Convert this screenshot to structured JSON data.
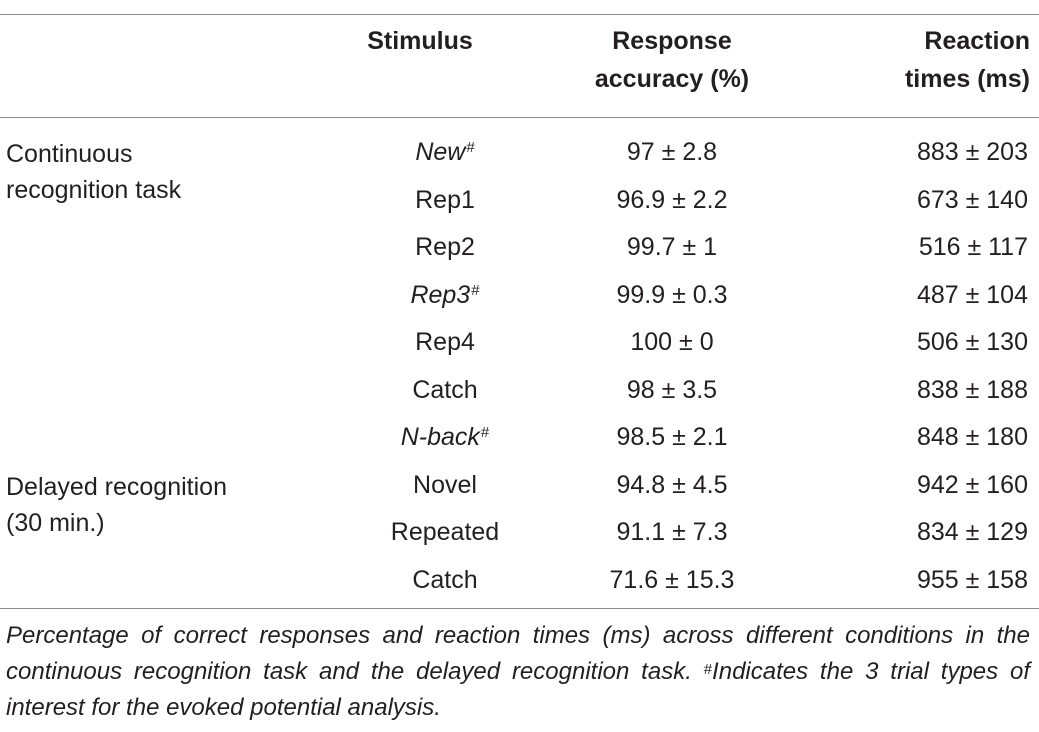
{
  "table": {
    "headers": {
      "condition": "",
      "stimulus": "Stimulus",
      "accuracy_line1": "Response",
      "accuracy_line2": "accuracy (%)",
      "reaction_line1": "Reaction",
      "reaction_line2": "times (ms)"
    },
    "groups": [
      {
        "condition_line1": "Continuous",
        "condition_line2": "recognition task"
      },
      {
        "condition_line1": "Delayed recognition",
        "condition_line2": "(30 min.)"
      }
    ],
    "rows": [
      {
        "stimulus": "New",
        "italic": true,
        "mark": "#",
        "accuracy": "97 ± 2.8",
        "reaction": "883 ± 203"
      },
      {
        "stimulus": "Rep1",
        "italic": false,
        "mark": "",
        "accuracy": "96.9 ± 2.2",
        "reaction": "673 ± 140"
      },
      {
        "stimulus": "Rep2",
        "italic": false,
        "mark": "",
        "accuracy": "99.7 ± 1",
        "reaction": "516 ± 117"
      },
      {
        "stimulus": "Rep3",
        "italic": true,
        "mark": "#",
        "accuracy": "99.9 ± 0.3",
        "reaction": "487 ± 104"
      },
      {
        "stimulus": "Rep4",
        "italic": false,
        "mark": "",
        "accuracy": "100 ± 0",
        "reaction": "506 ± 130"
      },
      {
        "stimulus": "Catch",
        "italic": false,
        "mark": "",
        "accuracy": "98 ± 3.5",
        "reaction": "838 ± 188"
      },
      {
        "stimulus": "N-back",
        "italic": true,
        "mark": "#",
        "accuracy": "98.5 ± 2.1",
        "reaction": "848 ± 180"
      },
      {
        "stimulus": "Novel",
        "italic": false,
        "mark": "",
        "accuracy": "94.8 ± 4.5",
        "reaction": "942 ± 160"
      },
      {
        "stimulus": "Repeated",
        "italic": false,
        "mark": "",
        "accuracy": "91.1 ± 7.3",
        "reaction": "834 ± 129"
      },
      {
        "stimulus": "Catch",
        "italic": false,
        "mark": "",
        "accuracy": "71.6 ± 15.3",
        "reaction": "955 ± 158"
      }
    ]
  },
  "caption": {
    "text": "Percentage of correct responses and reaction times (ms) across different conditions in the continuous recognition task and the delayed recognition task.",
    "footnote_mark": "#",
    "footnote": "Indicates the 3 trial types of interest for the evoked potential analysis."
  }
}
